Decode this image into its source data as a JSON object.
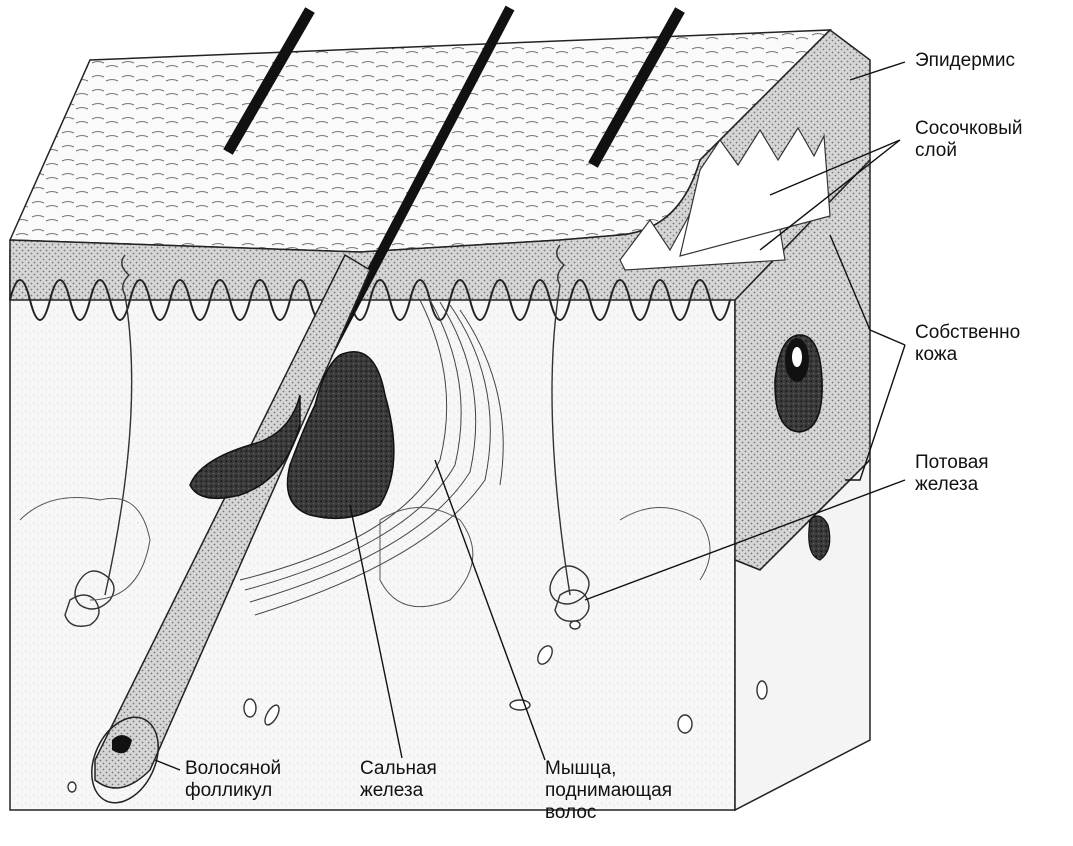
{
  "diagram": {
    "labels": {
      "epidermis": [
        "Эпидермис"
      ],
      "papillary_layer": [
        "Сосочковый",
        "слой"
      ],
      "dermis": [
        "Собственно",
        "кожа"
      ],
      "sweat_gland": [
        "Потовая",
        "железа"
      ],
      "hair_follicle": [
        "Волосяной",
        "фолликул"
      ],
      "sebaceous_gland": [
        "Сальная",
        "железа"
      ],
      "arrector_muscle": [
        "Мышца,",
        "поднимающая",
        "волос"
      ]
    }
  },
  "colors": {
    "ink": "#111111",
    "stipple": "#a8a8a8",
    "dermis_shade": "#c9c9c9",
    "gland_dark": "#2c2c2c",
    "background": "#ffffff"
  }
}
